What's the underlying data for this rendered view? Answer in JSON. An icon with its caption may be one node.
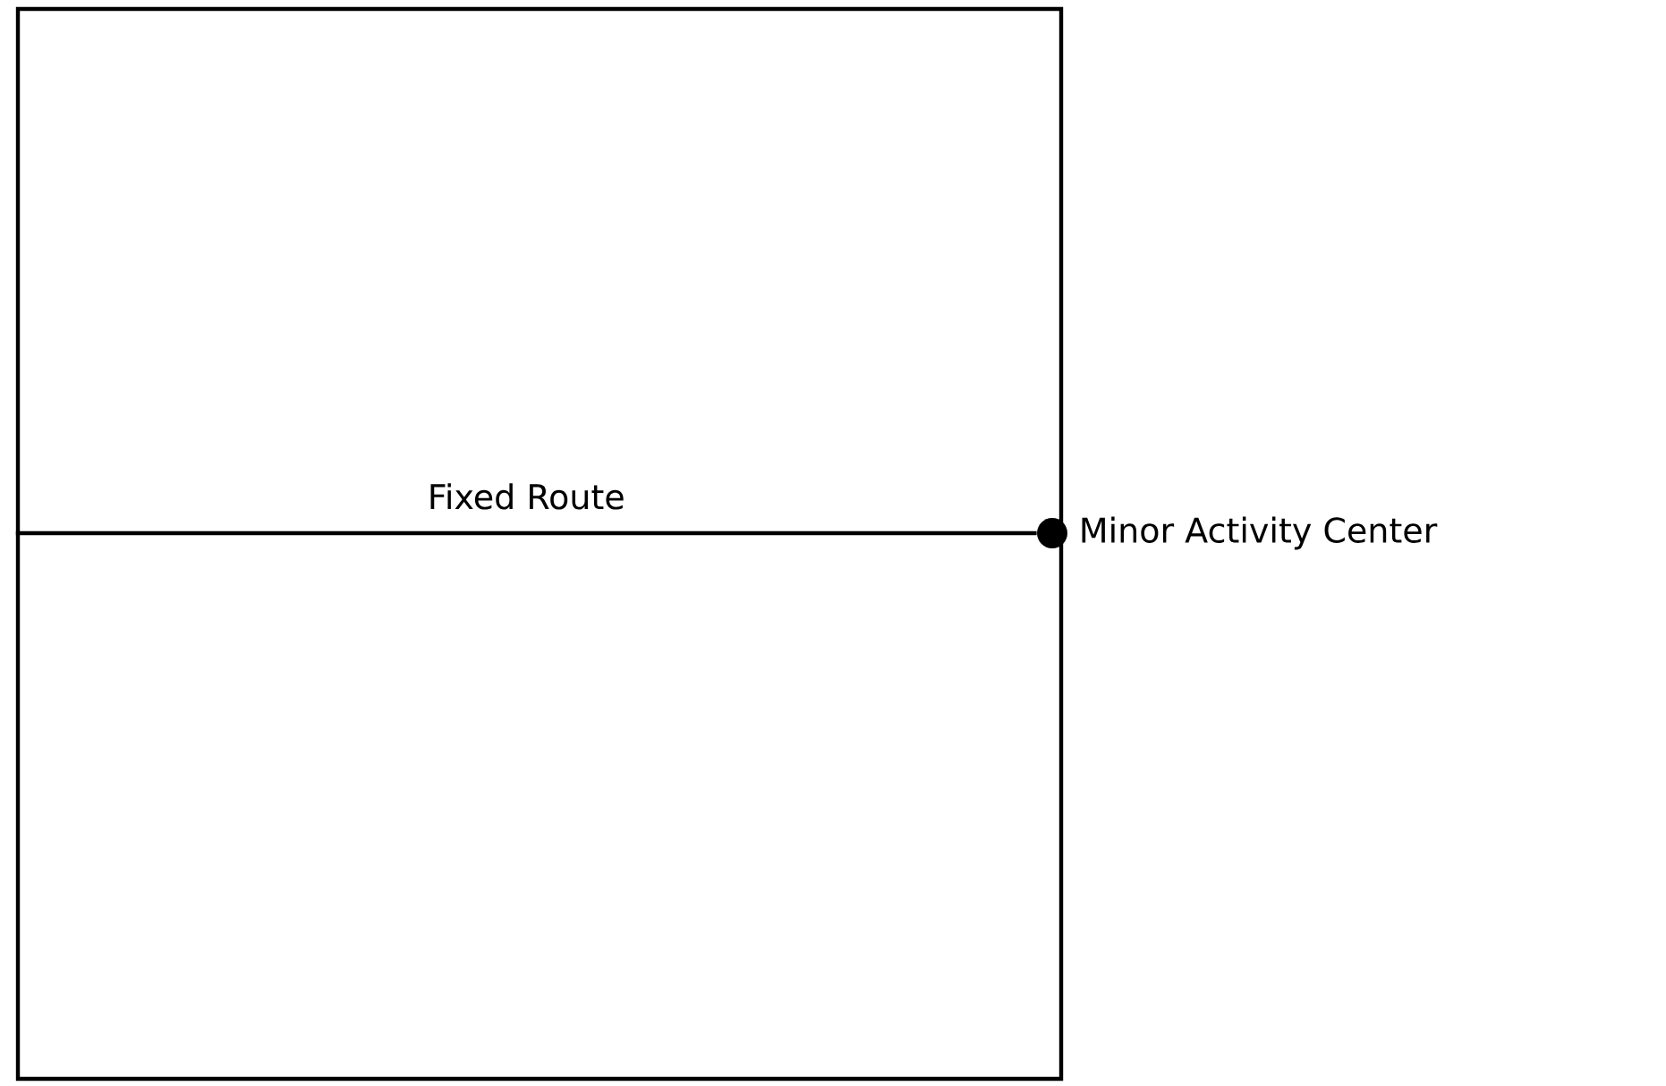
{
  "diagram": {
    "nodes": [
      {
        "text": [],
        "shape": "box"
      },
      {
        "text": [],
        "shape": "circle",
        "beside": [
          "Minor Activity Center"
        ]
      }
    ],
    "edges": [
      {
        "from": 0,
        "to": 1,
        "arrow": "none",
        "label": "Fixed Route"
      }
    ]
  }
}
